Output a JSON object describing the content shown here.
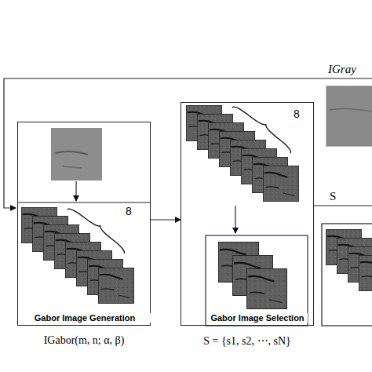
{
  "diagram": {
    "nodes": [
      {
        "text": [
          "Gabor Image Generation",
          "IGabor(m, n; α, β)"
        ]
      },
      {
        "text": [
          "Gabor Image Selection",
          "S = {s1, s2, ⋯, sN}"
        ]
      }
    ],
    "edges": [
      {
        "from": 0,
        "to": 1,
        "arrow": "to"
      }
    ],
    "labels": [
      "IGray",
      "8",
      "8",
      "S"
    ]
  }
}
